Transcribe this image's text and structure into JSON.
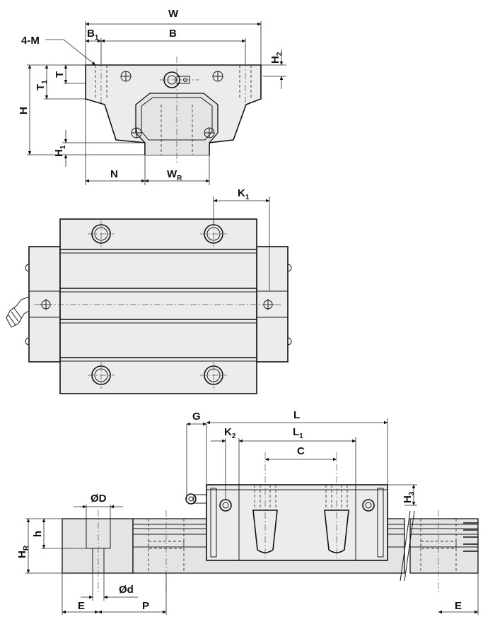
{
  "labels": {
    "W": "W",
    "B1": "B",
    "B1_sub": "1",
    "B": "B",
    "M": "4-M",
    "H2": "H",
    "H2_sub": "2",
    "T": "T",
    "T1": "T",
    "T1_sub": "1",
    "H": "H",
    "H1": "H",
    "H1_sub": "1",
    "N": "N",
    "WR": "W",
    "WR_sub": "R",
    "K1": "K",
    "K1_sub": "1",
    "G": "G",
    "L": "L",
    "K2": "K",
    "K2_sub": "2",
    "L1": "L",
    "L1_sub": "1",
    "C": "C",
    "H3": "H",
    "H3_sub": "3",
    "D": "ØD",
    "h": "h",
    "HR": "H",
    "HR_sub": "R",
    "d": "Ød",
    "E_left": "E",
    "P": "P",
    "E_right": "E"
  }
}
